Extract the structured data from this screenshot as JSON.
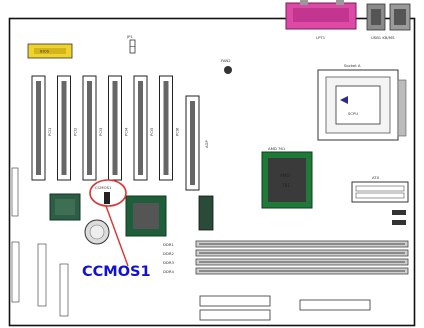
{
  "connectors": {
    "lpt": "LPT1",
    "usb_kbms": "USB1 KB/MS"
  },
  "slots": {
    "pci": [
      "PCI1",
      "PCI2",
      "PCI3",
      "PCI4",
      "PCI5",
      "PCI6"
    ],
    "agp": "AGP"
  },
  "chips": {
    "bios": "BIOS",
    "amd": {
      "name": "AMD 761",
      "line1": "AMD",
      "line2": "761"
    },
    "socket": {
      "label": "Socket A",
      "cpu_text": "SCPU"
    }
  },
  "jumper_labels": {
    "top_jumper": "JP1",
    "fan": "FAN2",
    "ccmos_small": "CCMOS1",
    "pwr": "ATX"
  },
  "ram_slots": [
    "DDR1",
    "DDR2",
    "DDR3",
    "DDR4"
  ],
  "callout": {
    "text": "CCMOS1",
    "color": "#1010d8",
    "circle_color": "#e03030"
  }
}
